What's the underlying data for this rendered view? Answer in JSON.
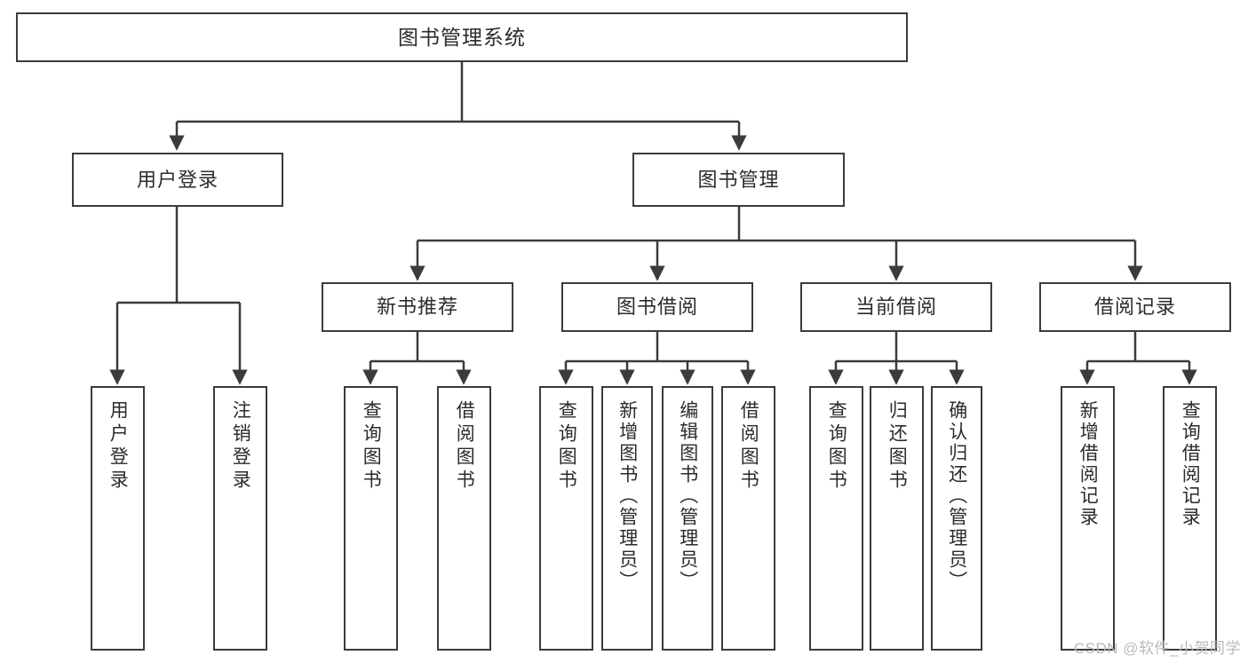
{
  "diagram": {
    "type": "tree-hierarchy",
    "title": "图书管理系统",
    "watermark": "CSDN @软件_小贺同学",
    "colors": {
      "background": "#ffffff",
      "border": "#3b3b3b",
      "text": "#2b2b2b",
      "edge": "#3b3b3b",
      "watermark": "#b9b9b9"
    },
    "root": {
      "label": "图书管理系统"
    },
    "level1": [
      {
        "id": "user-login",
        "label": "用户登录"
      },
      {
        "id": "book-management",
        "label": "图书管理"
      }
    ],
    "level2": [
      {
        "id": "new-book-recommend",
        "label": "新书推荐",
        "parent": "book-management"
      },
      {
        "id": "book-borrow",
        "label": "图书借阅",
        "parent": "book-management"
      },
      {
        "id": "current-borrow",
        "label": "当前借阅",
        "parent": "book-management"
      },
      {
        "id": "borrow-record",
        "label": "借阅记录",
        "parent": "book-management"
      }
    ],
    "leaves": [
      {
        "id": "leaf-user-login",
        "label": "用户登录",
        "parent": "user-login"
      },
      {
        "id": "leaf-logout-login",
        "label": "注销登录",
        "parent": "user-login"
      },
      {
        "id": "leaf-query-book-1",
        "label": "查询图书",
        "parent": "new-book-recommend"
      },
      {
        "id": "leaf-borrow-book-1",
        "label": "借阅图书",
        "parent": "new-book-recommend"
      },
      {
        "id": "leaf-query-book-2",
        "label": "查询图书",
        "parent": "book-borrow"
      },
      {
        "id": "leaf-add-book",
        "label": "新增图书（管理员）",
        "parent": "book-borrow"
      },
      {
        "id": "leaf-edit-book",
        "label": "编辑图书（管理员）",
        "parent": "book-borrow"
      },
      {
        "id": "leaf-borrow-book-2",
        "label": "借阅图书",
        "parent": "book-borrow"
      },
      {
        "id": "leaf-query-book-3",
        "label": "查询图书",
        "parent": "current-borrow"
      },
      {
        "id": "leaf-return-book",
        "label": "归还图书",
        "parent": "current-borrow"
      },
      {
        "id": "leaf-confirm-return",
        "label": "确认归还（管理员）",
        "parent": "current-borrow"
      },
      {
        "id": "leaf-add-record",
        "label": "新增借阅记录",
        "parent": "borrow-record"
      },
      {
        "id": "leaf-query-record",
        "label": "查询借阅记录",
        "parent": "borrow-record"
      }
    ]
  }
}
